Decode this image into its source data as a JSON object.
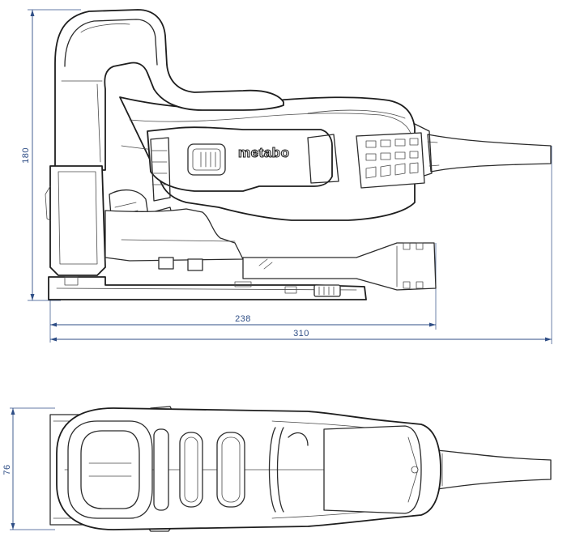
{
  "dimensions": {
    "height_side": "180",
    "base_length": "238",
    "total_length": "310",
    "width_top": "76"
  },
  "brand": {
    "logo": "metabo"
  },
  "colors": {
    "dimension": "#2f4e86",
    "outline": "#2b2b2b",
    "background": "#ffffff"
  }
}
